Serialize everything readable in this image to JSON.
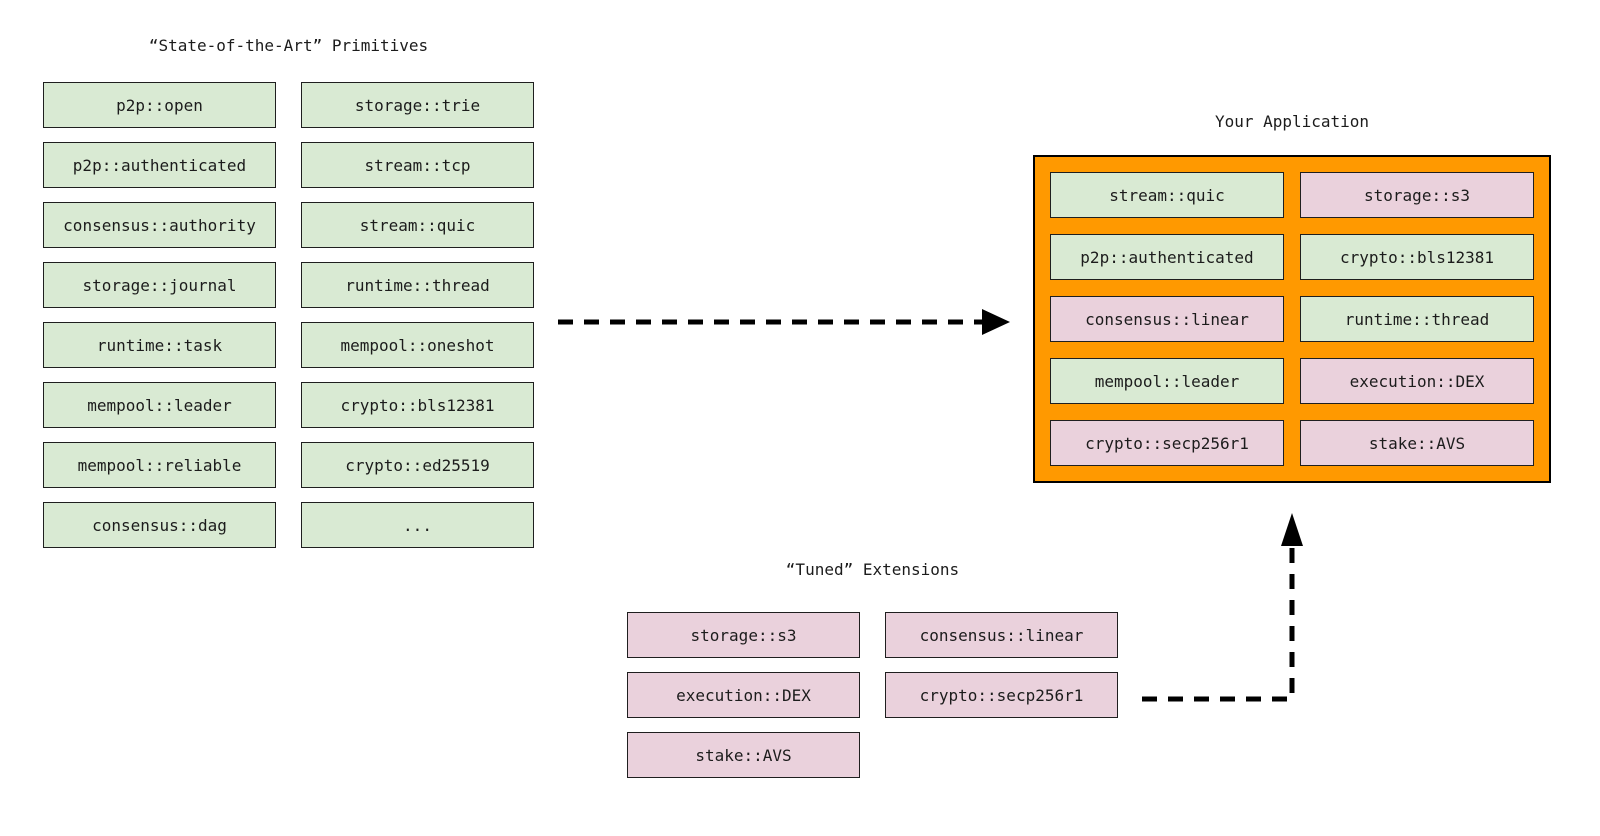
{
  "colors": {
    "green_fill": "#d9ead3",
    "pink_fill": "#ead1dc",
    "orange_fill": "#ff9900",
    "box_border": "#1f1f1f",
    "arrow": "#000000"
  },
  "primitives": {
    "title": "“State-of-the-Art” Primitives",
    "items": [
      {
        "label": "p2p::open",
        "tone": "green"
      },
      {
        "label": "p2p::authenticated",
        "tone": "green"
      },
      {
        "label": "consensus::authority",
        "tone": "green"
      },
      {
        "label": "storage::journal",
        "tone": "green"
      },
      {
        "label": "runtime::task",
        "tone": "green"
      },
      {
        "label": "mempool::leader",
        "tone": "green"
      },
      {
        "label": "mempool::reliable",
        "tone": "green"
      },
      {
        "label": "consensus::dag",
        "tone": "green"
      },
      {
        "label": "storage::trie",
        "tone": "green"
      },
      {
        "label": "stream::tcp",
        "tone": "green"
      },
      {
        "label": "stream::quic",
        "tone": "green"
      },
      {
        "label": "runtime::thread",
        "tone": "green"
      },
      {
        "label": "mempool::oneshot",
        "tone": "green"
      },
      {
        "label": "crypto::bls12381",
        "tone": "green"
      },
      {
        "label": "crypto::ed25519",
        "tone": "green"
      },
      {
        "label": "...",
        "tone": "green"
      }
    ]
  },
  "application": {
    "title": "Your Application",
    "items": [
      {
        "label": "stream::quic",
        "tone": "green"
      },
      {
        "label": "storage::s3",
        "tone": "pink"
      },
      {
        "label": "p2p::authenticated",
        "tone": "green"
      },
      {
        "label": "crypto::bls12381",
        "tone": "green"
      },
      {
        "label": "consensus::linear",
        "tone": "pink"
      },
      {
        "label": "runtime::thread",
        "tone": "green"
      },
      {
        "label": "mempool::leader",
        "tone": "green"
      },
      {
        "label": "execution::DEX",
        "tone": "pink"
      },
      {
        "label": "crypto::secp256r1",
        "tone": "pink"
      },
      {
        "label": "stake::AVS",
        "tone": "pink"
      }
    ]
  },
  "extensions": {
    "title": "“Tuned” Extensions",
    "items": [
      {
        "label": "storage::s3",
        "tone": "pink"
      },
      {
        "label": "execution::DEX",
        "tone": "pink"
      },
      {
        "label": "stake::AVS",
        "tone": "pink"
      },
      {
        "label": "consensus::linear",
        "tone": "pink"
      },
      {
        "label": "crypto::secp256r1",
        "tone": "pink"
      }
    ]
  }
}
